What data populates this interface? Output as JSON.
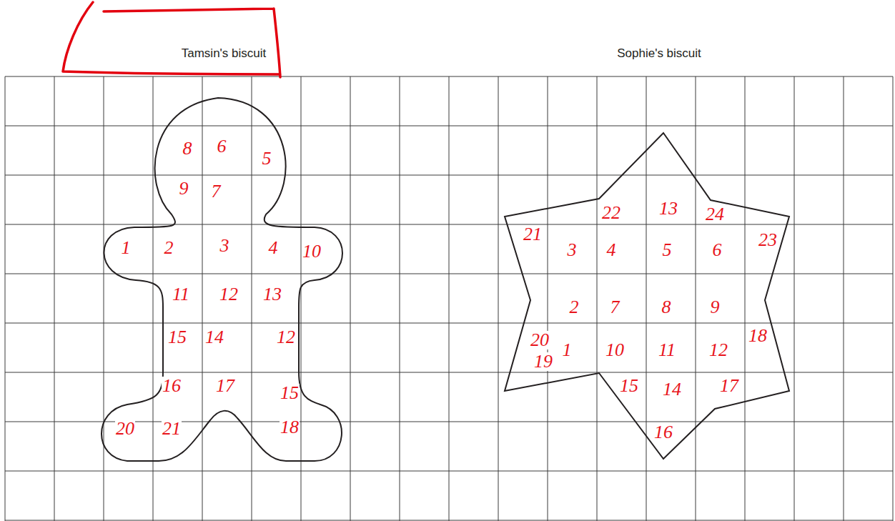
{
  "diagram": {
    "nodes": [
      {
        "text": [
          "Tamsin's biscuit"
        ]
      },
      {
        "text": [
          "Sophie's biscuit"
        ]
      }
    ],
    "labels": [
      "8",
      "6",
      "5",
      "9",
      "7",
      "1",
      "2",
      "3",
      "4",
      "10",
      "11",
      "12",
      "13",
      "15",
      "14",
      "12",
      "16",
      "17",
      "15",
      "20",
      "21",
      "18",
      "22",
      "13",
      "24",
      "23",
      "21",
      "3",
      "4",
      "5",
      "6",
      "2",
      "7",
      "8",
      "9",
      "20",
      "18",
      "1",
      "10",
      "11",
      "12",
      "19",
      "15",
      "14",
      "17",
      "16"
    ]
  }
}
